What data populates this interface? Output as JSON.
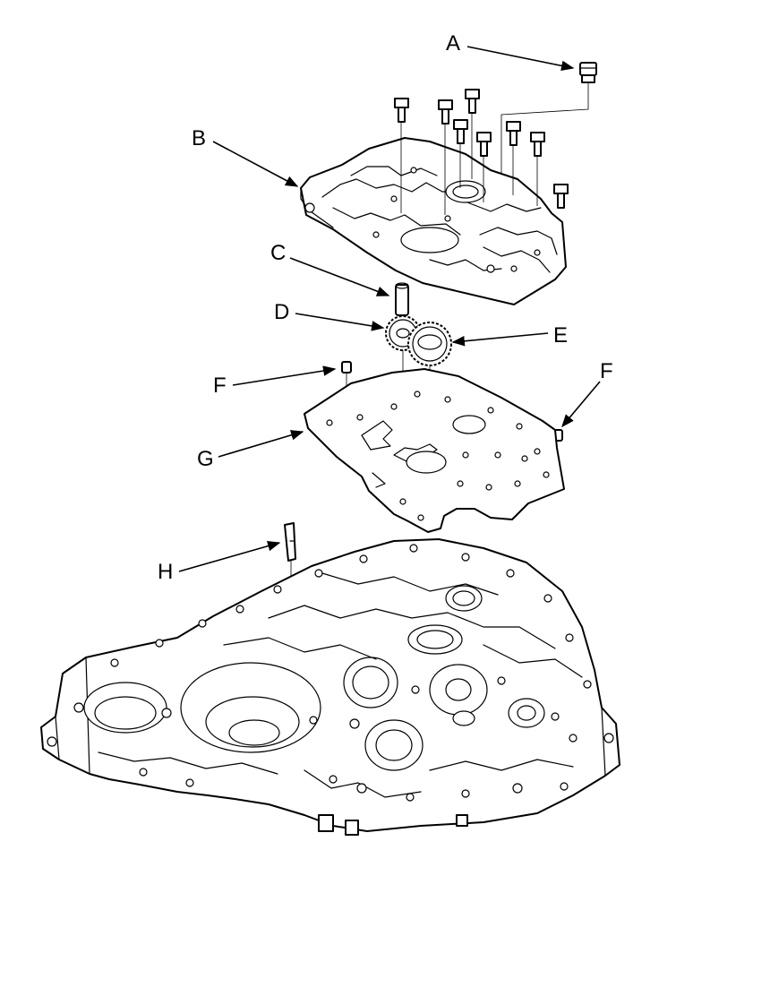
{
  "callouts": {
    "a": "A",
    "b": "B",
    "c": "C",
    "d": "D",
    "e": "E",
    "f_left": "F",
    "f_right": "F",
    "g": "G",
    "h": "H"
  },
  "colors": {
    "line": "#000000",
    "background": "#ffffff"
  }
}
